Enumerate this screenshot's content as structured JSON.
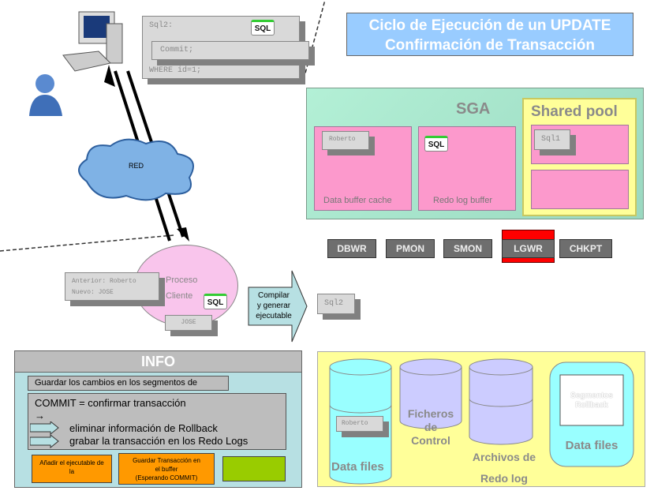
{
  "title": {
    "line1": "Ciclo de Ejecución de un UPDATE",
    "line2": "Confirmación de Transacción"
  },
  "network": {
    "label": "RED"
  },
  "sql_stack": {
    "back_line1": "Sql2:",
    "back_line2": "WHERE id=1;",
    "front": "Commit;"
  },
  "sql_icon_label": "SQL",
  "sga": {
    "title": "SGA",
    "data_buffer_cache": "Data buffer cache",
    "data_buffer_item": "Roberto",
    "redo_log_buffer": "Redo log buffer",
    "shared_pool": {
      "title": "Shared pool",
      "item": "Sql1"
    }
  },
  "processes": [
    "DBWR",
    "PMON",
    "SMON",
    "LGWR",
    "CHKPT"
  ],
  "active_process": "LGWR",
  "client": {
    "label_line1": "Proceso",
    "label_line2": "Cliente",
    "values_line1": "Anterior: Roberto",
    "values_line2": "Nuevo: JOSE",
    "new_value": "JOSE"
  },
  "compile_arrow": {
    "line1": "Compilar",
    "line2": "y generar",
    "line3": "ejecutable"
  },
  "compiled": "Sql2",
  "info": {
    "title": "INFO",
    "back_text": "Guardar los cambios en los segmentos de",
    "main_line1": "COMMIT = confirmar transacción",
    "main_arrow": "→",
    "main_line2": "eliminar información de Rollback",
    "main_line3": "grabar la transacción en los Redo Logs",
    "orange1": "Añadir el ejecutable de la",
    "orange2_line1": "Guardar Transacción en",
    "orange2_line2": "el buffer",
    "orange2_line3": "(Esperando COMMIT)"
  },
  "disk": {
    "data_files": "Data files",
    "data_files_item": "Roberto",
    "control_files_line1": "Ficheros",
    "control_files_line2": "de",
    "control_files_line3": "Control",
    "redo_line1": "Archivos de",
    "redo_line2": "Redo log",
    "datafiles2": "Data files",
    "rollback_line1": "Segmentos",
    "rollback_line2": "Rollback"
  },
  "colors": {
    "title_bg": "#99ccff",
    "sga_bg": "#b3f0d6",
    "pink": "#fc99cc",
    "shared_pool_bg": "#ffff99",
    "info_bg": "#b7e0e3",
    "orange": "#ff9900",
    "green": "#99cc00",
    "cyan": "#99ffff",
    "lavender": "#ccccff",
    "lgwr_highlight": "#ff0000"
  }
}
